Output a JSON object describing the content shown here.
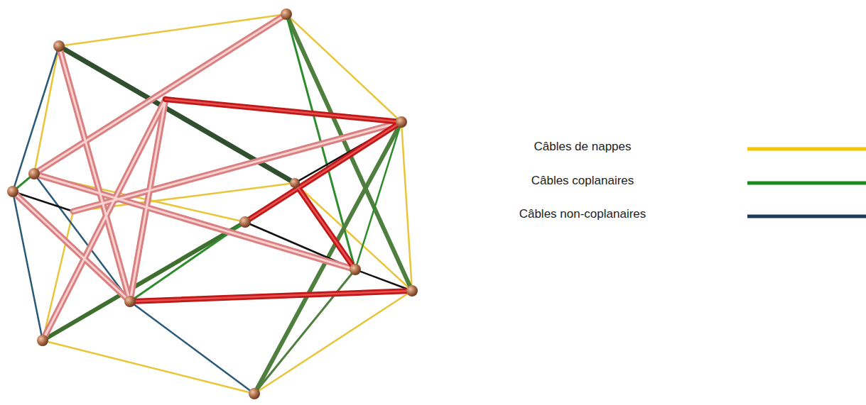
{
  "diagram": {
    "legend": [
      {
        "text": "Câbles de nappes",
        "color": "#f5c400"
      },
      {
        "text": "Câbles coplanaires",
        "color": "#1e8a1e"
      },
      {
        "text": "Câbles non-coplanaires",
        "color": "#1b3a5c"
      }
    ]
  }
}
